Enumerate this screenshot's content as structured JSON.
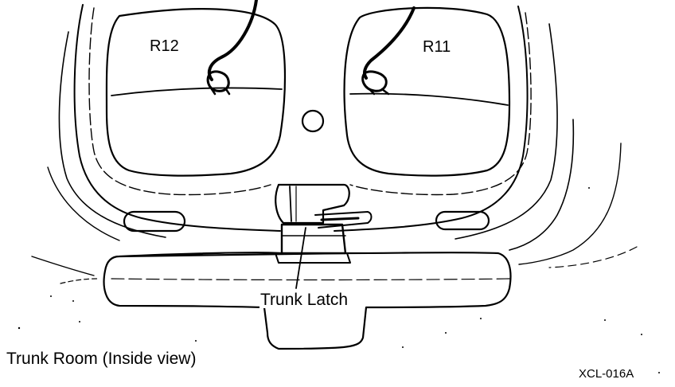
{
  "labels": {
    "r12": "R12",
    "r11": "R11",
    "latch": "Trunk Latch",
    "caption": "Trunk Room (Inside view)",
    "code": "XCL-016A"
  },
  "colors": {
    "line": "#000000",
    "background": "#ffffff"
  }
}
